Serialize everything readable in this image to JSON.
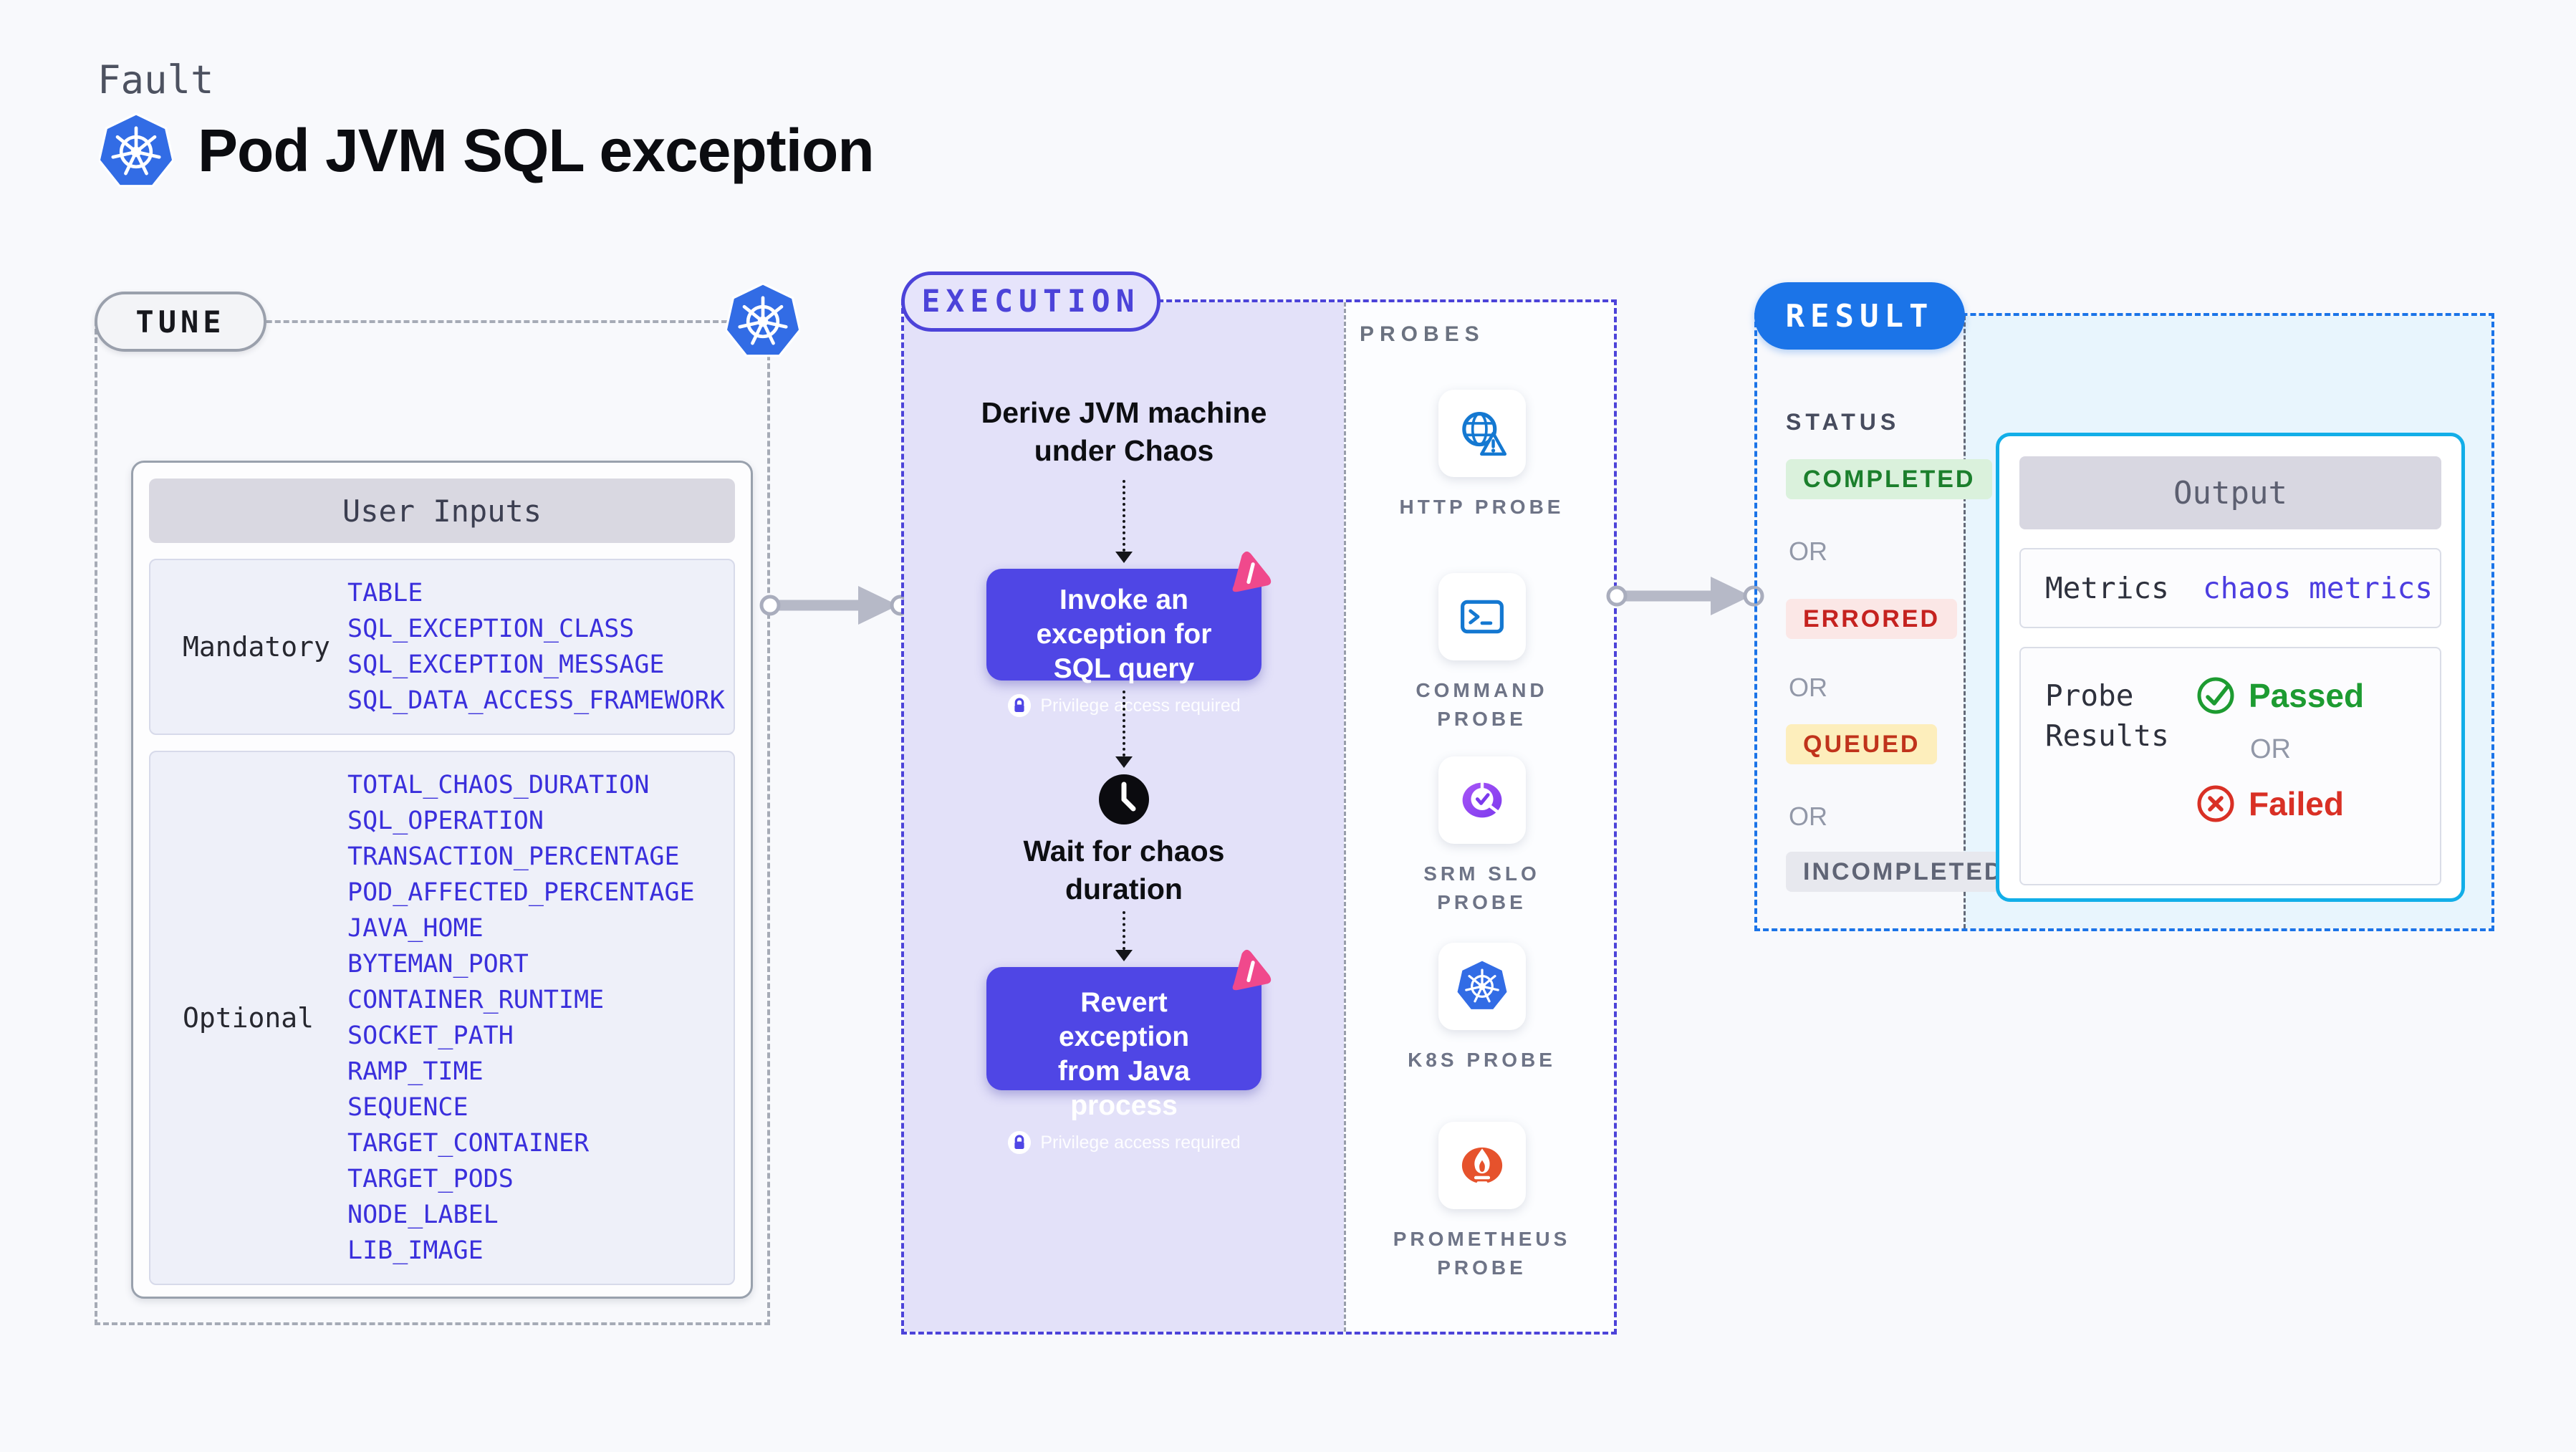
{
  "header": {
    "eyebrow": "Fault",
    "title": "Pod JVM SQL exception"
  },
  "tune": {
    "pill_label": "TUNE",
    "card_title": "User Inputs",
    "mandatory_label": "Mandatory",
    "mandatory_params": [
      "TABLE",
      "SQL_EXCEPTION_CLASS",
      "SQL_EXCEPTION_MESSAGE",
      "SQL_DATA_ACCESS_FRAMEWORK"
    ],
    "optional_label": "Optional",
    "optional_params": [
      "TOTAL_CHAOS_DURATION",
      "SQL_OPERATION",
      "TRANSACTION_PERCENTAGE",
      "POD_AFFECTED_PERCENTAGE",
      "JAVA_HOME",
      "BYTEMAN_PORT",
      "CONTAINER_RUNTIME",
      "SOCKET_PATH",
      "RAMP_TIME",
      "SEQUENCE",
      "TARGET_CONTAINER",
      "TARGET_PODS",
      "NODE_LABEL",
      "LIB_IMAGE"
    ]
  },
  "execution": {
    "pill_label": "EXECUTION",
    "steps": {
      "derive": "Derive JVM machine under Chaos",
      "invoke": "Invoke an exception for SQL query",
      "wait": "Wait for chaos duration",
      "revert": "Revert exception from Java process",
      "privilege_note": "Privilege access required"
    },
    "probes": {
      "heading": "PROBES",
      "items": [
        {
          "label": "HTTP PROBE",
          "icon": "http-probe-icon"
        },
        {
          "label": "COMMAND PROBE",
          "icon": "command-probe-icon"
        },
        {
          "label": "SRM SLO PROBE",
          "icon": "srm-slo-probe-icon"
        },
        {
          "label": "K8S PROBE",
          "icon": "k8s-probe-icon"
        },
        {
          "label": "PROMETHEUS PROBE",
          "icon": "prometheus-probe-icon"
        }
      ]
    }
  },
  "result": {
    "pill_label": "RESULT",
    "status_heading": "STATUS",
    "or_label": "OR",
    "statuses": [
      "COMPLETED",
      "ERRORED",
      "QUEUED",
      "INCOMPLETED"
    ],
    "output": {
      "title": "Output",
      "metrics_label": "Metrics",
      "metrics_value": "chaos metrics",
      "probe_results_label": "Probe Results",
      "passed_label": "Passed",
      "failed_label": "Failed"
    }
  },
  "colors": {
    "kubernetes_blue": "#326ce5",
    "execution_indigo": "#4c43d9",
    "chaos_step_indigo": "#4f46e5",
    "result_blue": "#1b74e8",
    "output_border_cyan": "#12aee8",
    "param_blue": "#3a2fdc",
    "completed_green": "#1b7f2c",
    "errored_red": "#c5221f",
    "queued_text": "#c0331b",
    "incompleted_gray": "#5f6475",
    "passed_green": "#1d9b31",
    "failed_red": "#d93025",
    "litmus_pink": "#f0498c",
    "prometheus_orange": "#e6522c",
    "srm_purple": "#8b5cf6",
    "probe_icon_blue": "#1478d1"
  }
}
